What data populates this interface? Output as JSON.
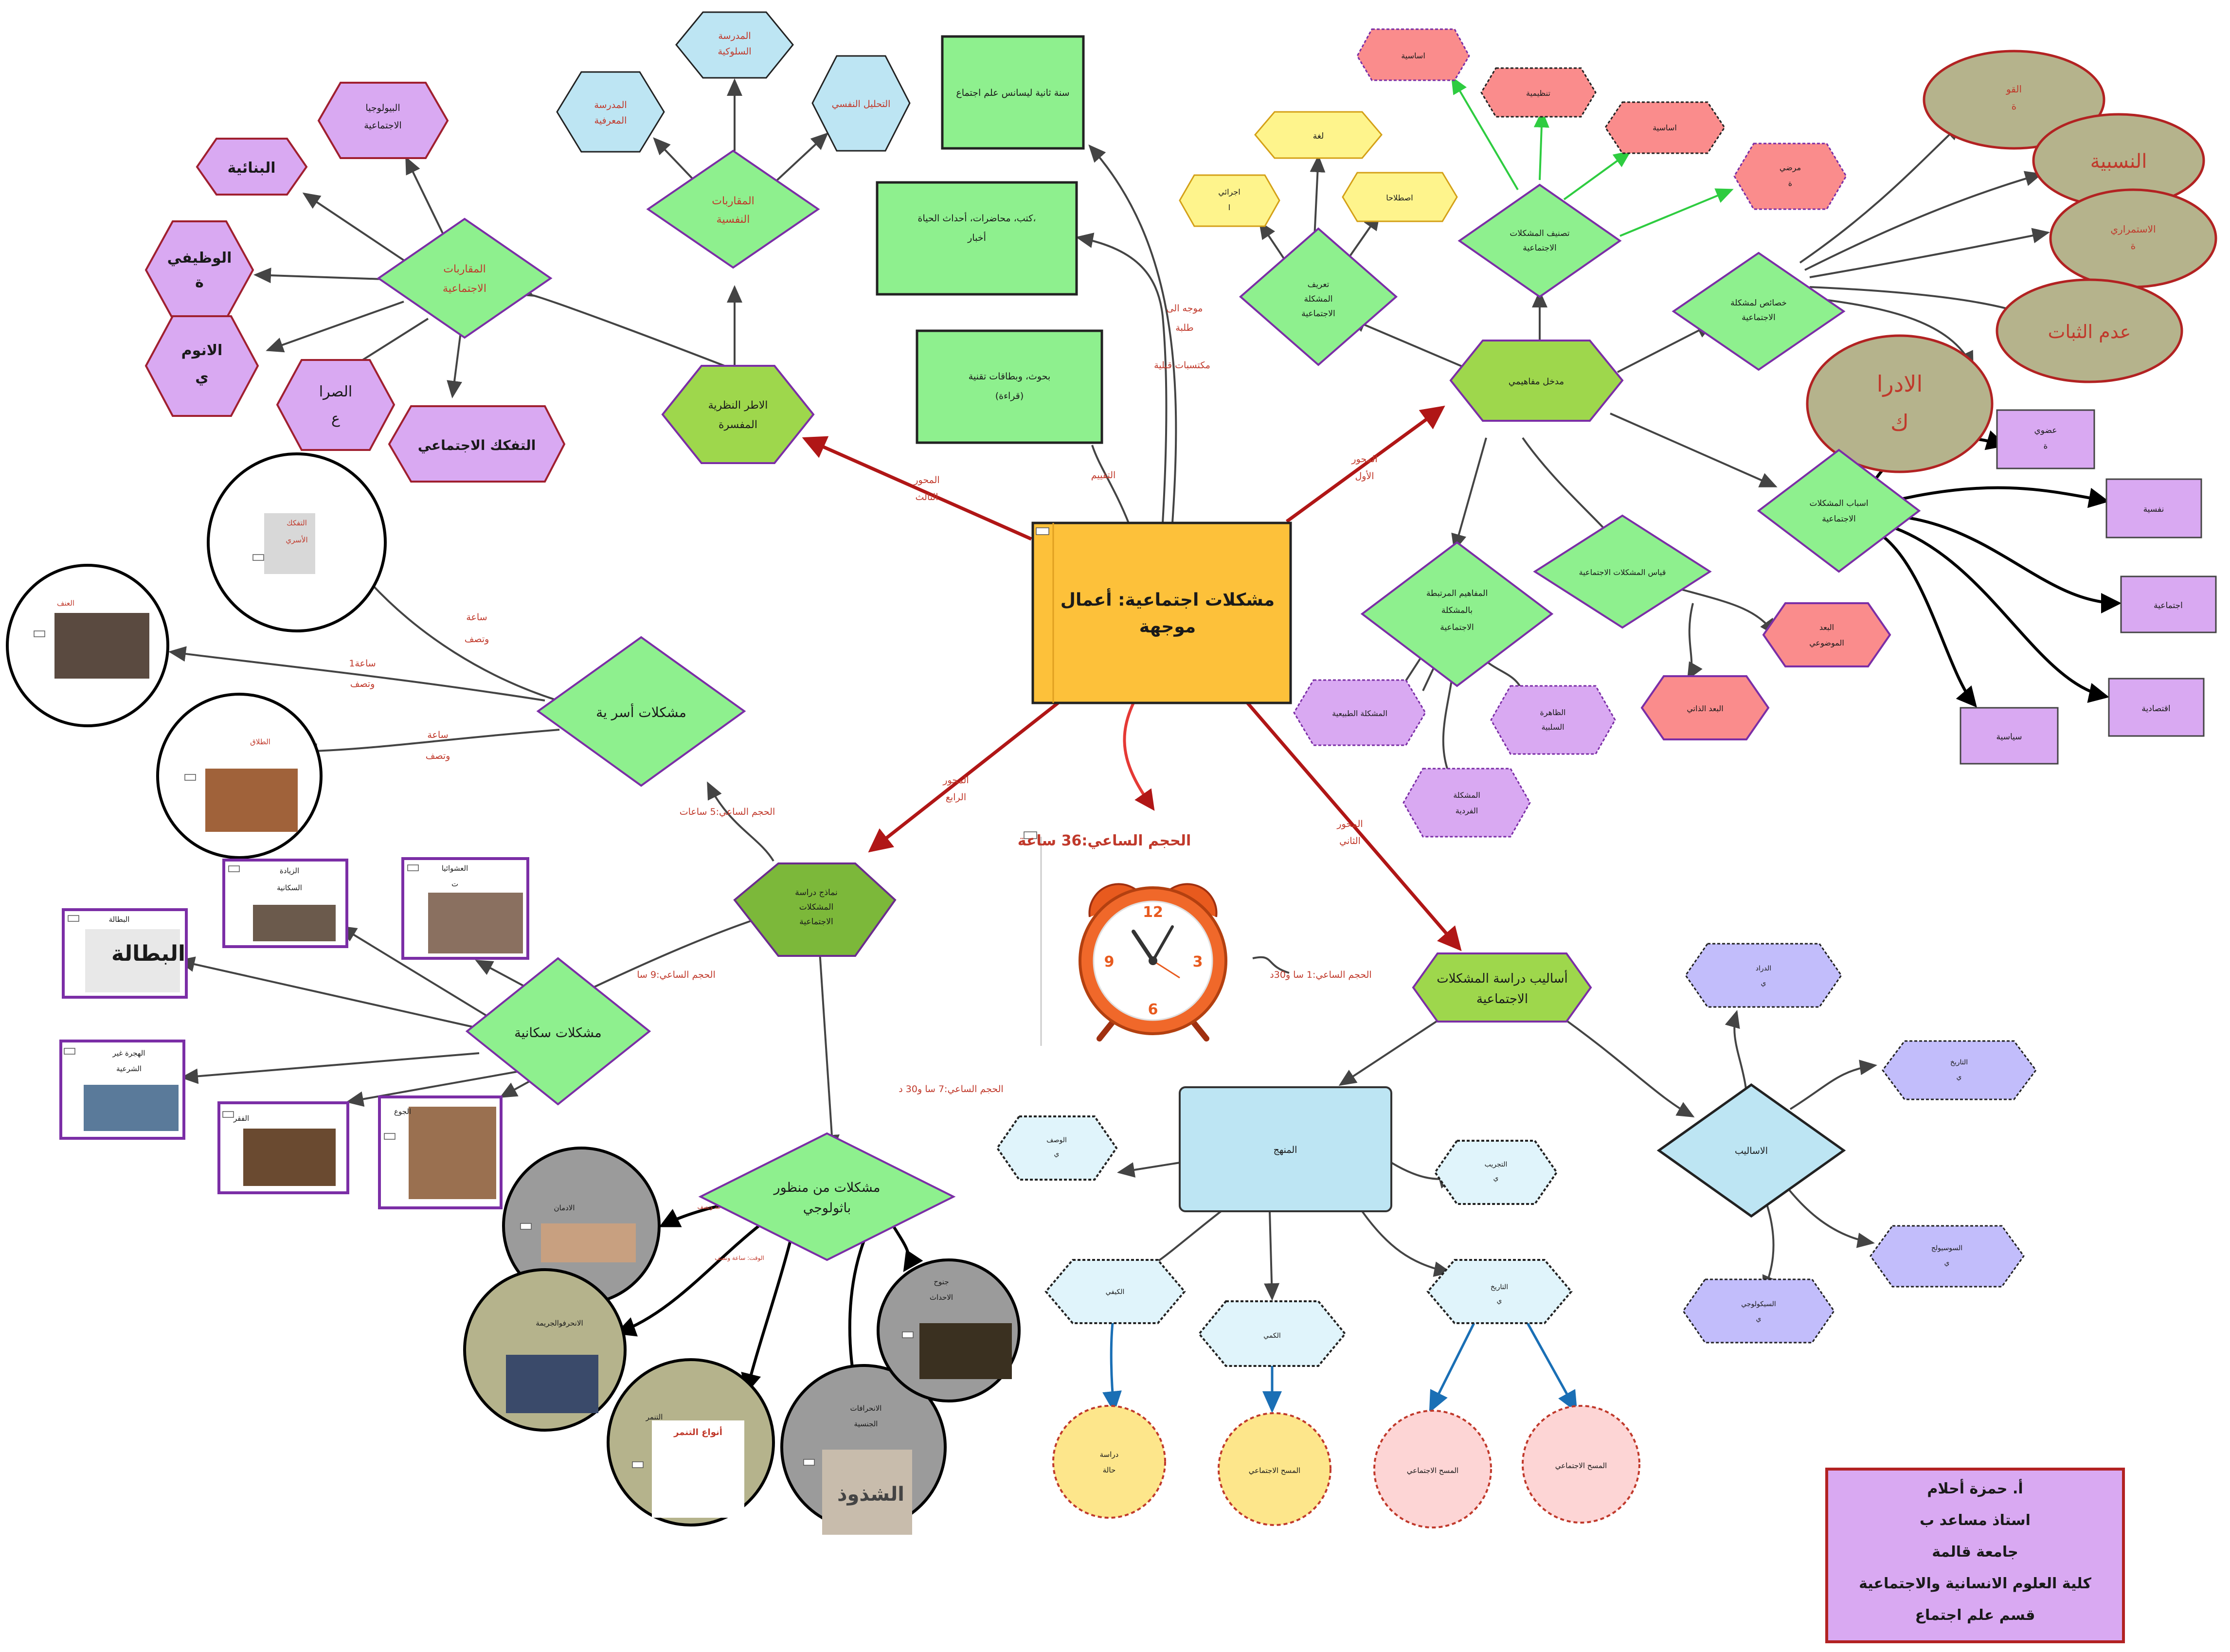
{
  "center": {
    "line1": "مشكلات اجتماعية: أعمال",
    "line2": "موجهة"
  },
  "edge_labels": {
    "axis1": [
      "المحور",
      "الأول"
    ],
    "axis2": [
      "المحور",
      "الثاني"
    ],
    "axis3": [
      "المحور",
      "الثالث"
    ],
    "axis4": [
      "المحور",
      "الرابع"
    ],
    "assessment": "التقييم",
    "prior": "مكتسبات قبلية",
    "directed": [
      "موجه الى",
      "طلبة"
    ],
    "hours_methods": "الحجم الساعي:1 سا و30د",
    "hours_patho": "الحجم الساعي:7 سا و30 د",
    "hours_pop": "الحجم الساعي:9 سا",
    "hours_family": "الحجم الساعي:5 ساعات",
    "fam1": [
      "ساعة",
      "وتصف"
    ],
    "fam2": [
      "ساعة1",
      "وتصف"
    ],
    "fam3": [
      "ساعة",
      "وتصف"
    ],
    "patho_tiny1": "ساعة ونصف",
    "patho_tiny2": "الوقت: ساعة ونصف"
  },
  "resources": {
    "year2": "سنة ثانية ليسانس علم اجتماع",
    "books": [
      "كتب، محاضرات، أحداث الحياة،",
      "أخبار"
    ],
    "research": [
      "بحوث، وبطاقات تقنية",
      "(قراءة)"
    ]
  },
  "theory": {
    "frameworks": [
      "الاطر النظرية",
      "المفسرة"
    ],
    "psych": [
      "المقاربات",
      "النفسية"
    ],
    "behavioral": [
      "المدرسة",
      "السلوكية"
    ],
    "cognitive": [
      "المدرسة",
      "المعرفية"
    ],
    "psychoanalysis": "التحليل النفسي",
    "social": [
      "المقاربات",
      "الاجتماعية"
    ],
    "bio": [
      "البيولوجيا",
      "الاجتماعية"
    ],
    "structural": "البنائية",
    "functional": [
      "الوظيفي",
      "ة"
    ],
    "anomie": [
      "الانوم",
      "ي"
    ],
    "conflict": [
      "الصرا",
      "ع"
    ],
    "disintegration": "التفكك الاجتماعي"
  },
  "concepts": {
    "intro": "مدخل مفاهيمي",
    "definition": [
      "تعريف",
      "المشكلة",
      "الاجتماعية"
    ],
    "lang": "لغة",
    "procedural": [
      "اجرائي",
      "ا"
    ],
    "term": "اصطلاحا",
    "classification": [
      "تصنيف المشكلات",
      "الاجتماعية"
    ],
    "basic1": "اساسية",
    "organizational": "تنظيمية",
    "basic2": "اساسية",
    "pathological": [
      "مرضي",
      "ة"
    ],
    "characteristics": [
      "خصائص لمشكلة",
      "الاجتماعية"
    ],
    "power": [
      "القو",
      "ة"
    ],
    "relativity": "النسبية",
    "continuity": [
      "الاستمراري",
      "ة"
    ],
    "instability": "عدم الثبات",
    "perception": [
      "الادرا",
      "ك"
    ],
    "causes": [
      "اسباب المشكلات",
      "الاجتماعية"
    ],
    "organic": [
      "عضوي",
      "ة"
    ],
    "psychological": "نفسية",
    "social_cause": "اجتماعية",
    "economic": "اقتصادية",
    "political": "سياسية",
    "measure": "قياس المشكلات الاجتماعية",
    "objective": [
      "البعد",
      "الموضوعي"
    ],
    "subjective": "البعد الذاتي",
    "related": [
      "المفاهيم المرتبطة",
      "بالمشكلة",
      "الاجتماعية"
    ],
    "natural": "المشكلة الطبيعية",
    "negative": [
      "الظاهرة",
      "السلبية"
    ],
    "individual": [
      "المشكلة",
      "الفردية"
    ]
  },
  "hours": "الحجم الساعي:36 ساعة",
  "methods": {
    "main": [
      "أساليب دراسة المشكلات",
      "الاجتماعية"
    ],
    "method": "المنهج",
    "descriptive": "الوصف",
    "experimental": "التجريب",
    "qualitative": "الكيفي",
    "quantitative": "الكمي",
    "historical": "التاريخ",
    "case": [
      "دراسة",
      "حالة"
    ],
    "survey1": "المسح الاجتماعي",
    "survey2": "المسح الاجتماعي",
    "survey3": "المسح الاجتماعي",
    "styles": "الاساليب",
    "study": "الدراد",
    "history": "التاريخ",
    "sociological": "السوسيولج",
    "psychological": "السيكولوجي"
  },
  "models": {
    "center": [
      "نماذج دراسة",
      "المشكلات",
      "الاجتماعية"
    ],
    "family": "مشكلات أسر ية",
    "dissolution": [
      "التفكك",
      "الأسري"
    ],
    "violence": "العنف",
    "divorce": "الطلاق",
    "population": "مشكلات سكانية",
    "increase": [
      "الزيادة",
      "السكانية"
    ],
    "slums": [
      "العشوائيا",
      "ت"
    ],
    "unemployment": "البطالة",
    "unemp_img_text": "البطالة",
    "migration": [
      "الهجرة غير",
      "الشرعية"
    ],
    "poverty": "الفقر",
    "hunger": "الجوع",
    "pathology": [
      "مشكلات من منظور",
      "باثولوجي"
    ],
    "addiction": "الادمان",
    "crime": "الانحرفوالجريمة",
    "bullying": "التنمر",
    "bully_img": "أنواع التنمر",
    "deviance": [
      "الانحرافات",
      "الجنسية"
    ],
    "deviance_img": "الشذوذ",
    "delinquency": [
      "جنوح",
      "الاحداث"
    ]
  },
  "author": {
    "line1": "أ. حمزة أحلام",
    "line2": "استاذ مساعد ب",
    "line3": "جامعة قالمة",
    "line4": "كلية العلوم الانسانية والاجتماعية",
    "line5": "قسم علم اجتماع"
  },
  "icon_tag": "IPG"
}
